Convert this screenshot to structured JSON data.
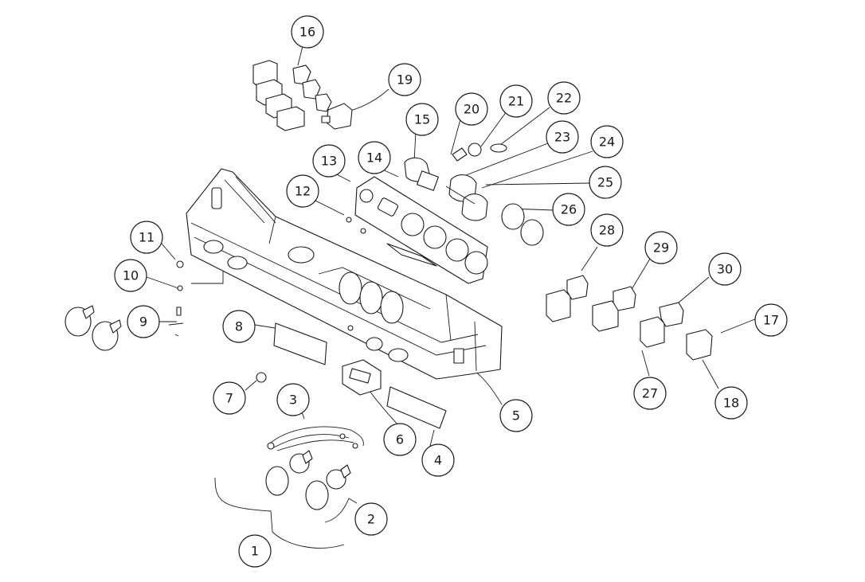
{
  "diagram": {
    "type": "exploded-parts-view",
    "colors": {
      "line": "#1a1a1a",
      "background": "#ffffff"
    },
    "callouts": [
      {
        "id": "c16",
        "label": "16"
      },
      {
        "id": "c19",
        "label": "19"
      },
      {
        "id": "c20",
        "label": "20"
      },
      {
        "id": "c21",
        "label": "21"
      },
      {
        "id": "c22",
        "label": "22"
      },
      {
        "id": "c15",
        "label": "15"
      },
      {
        "id": "c23",
        "label": "23"
      },
      {
        "id": "c24",
        "label": "24"
      },
      {
        "id": "c14",
        "label": "14"
      },
      {
        "id": "c13",
        "label": "13"
      },
      {
        "id": "c25",
        "label": "25"
      },
      {
        "id": "c12",
        "label": "12"
      },
      {
        "id": "c26",
        "label": "26"
      },
      {
        "id": "c28",
        "label": "28"
      },
      {
        "id": "c11",
        "label": "11"
      },
      {
        "id": "c29",
        "label": "29"
      },
      {
        "id": "c30",
        "label": "30"
      },
      {
        "id": "c10",
        "label": "10"
      },
      {
        "id": "c9",
        "label": "9"
      },
      {
        "id": "c17",
        "label": "17"
      },
      {
        "id": "c8",
        "label": "8"
      },
      {
        "id": "c27",
        "label": "27"
      },
      {
        "id": "c18",
        "label": "18"
      },
      {
        "id": "c7",
        "label": "7"
      },
      {
        "id": "c3",
        "label": "3"
      },
      {
        "id": "c5",
        "label": "5"
      },
      {
        "id": "c6",
        "label": "6"
      },
      {
        "id": "c4",
        "label": "4"
      },
      {
        "id": "c2",
        "label": "2"
      },
      {
        "id": "c1",
        "label": "1"
      }
    ]
  }
}
